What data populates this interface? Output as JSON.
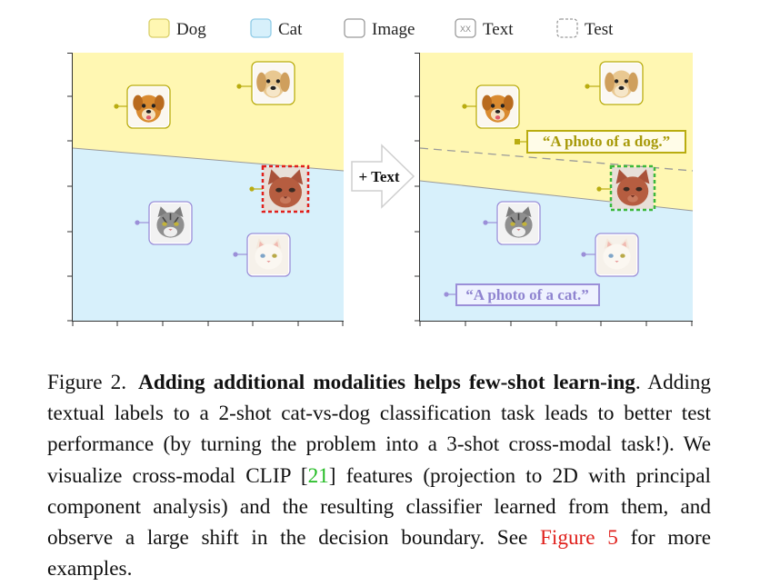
{
  "legend": [
    {
      "label": "Dog",
      "fill": "#fff7b2",
      "stroke": "#d9cf6a",
      "dash": false,
      "xx": false
    },
    {
      "label": "Cat",
      "fill": "#d7f0fb",
      "stroke": "#8fcbe6",
      "dash": false,
      "xx": false
    },
    {
      "label": "Image",
      "fill": "#ffffff",
      "stroke": "#9a9a9a",
      "dash": false,
      "xx": false
    },
    {
      "label": "Text",
      "fill": "#ffffff",
      "stroke": "#9a9a9a",
      "dash": false,
      "xx": true,
      "xx_text": "XX"
    },
    {
      "label": "Test",
      "fill": "#ffffff",
      "stroke": "#9a9a9a",
      "dash": true,
      "xx": false
    }
  ],
  "arrow_label": "+ Text",
  "text_dog": "“A photo of a dog.”",
  "text_cat": "“A photo of a cat.”",
  "colors": {
    "dog_region": "#fff7b2",
    "cat_region": "#d7f0fb",
    "dog_accent": "#b9ac10",
    "cat_accent": "#9b8fd8",
    "test_red": "#e0201c",
    "test_green": "#3cb83c",
    "boundary": "#8a8a8a"
  },
  "caption": {
    "label": "Figure 2.",
    "title": "Adding additional modalities helps few-shot learn-ing",
    "text1": ". Adding textual labels to a 2-shot cat-vs-dog classification task leads to better test performance (by turning the problem into a 3-shot cross-modal task!). We visualize cross-modal CLIP [",
    "ref": "21",
    "text2": "] features (projection to 2D with principal component analysis) and the resulting classifier learned from them, and observe a large shift in the decision boundary. See ",
    "fig_ref": "Figure 5",
    "text3": " for more examples."
  }
}
